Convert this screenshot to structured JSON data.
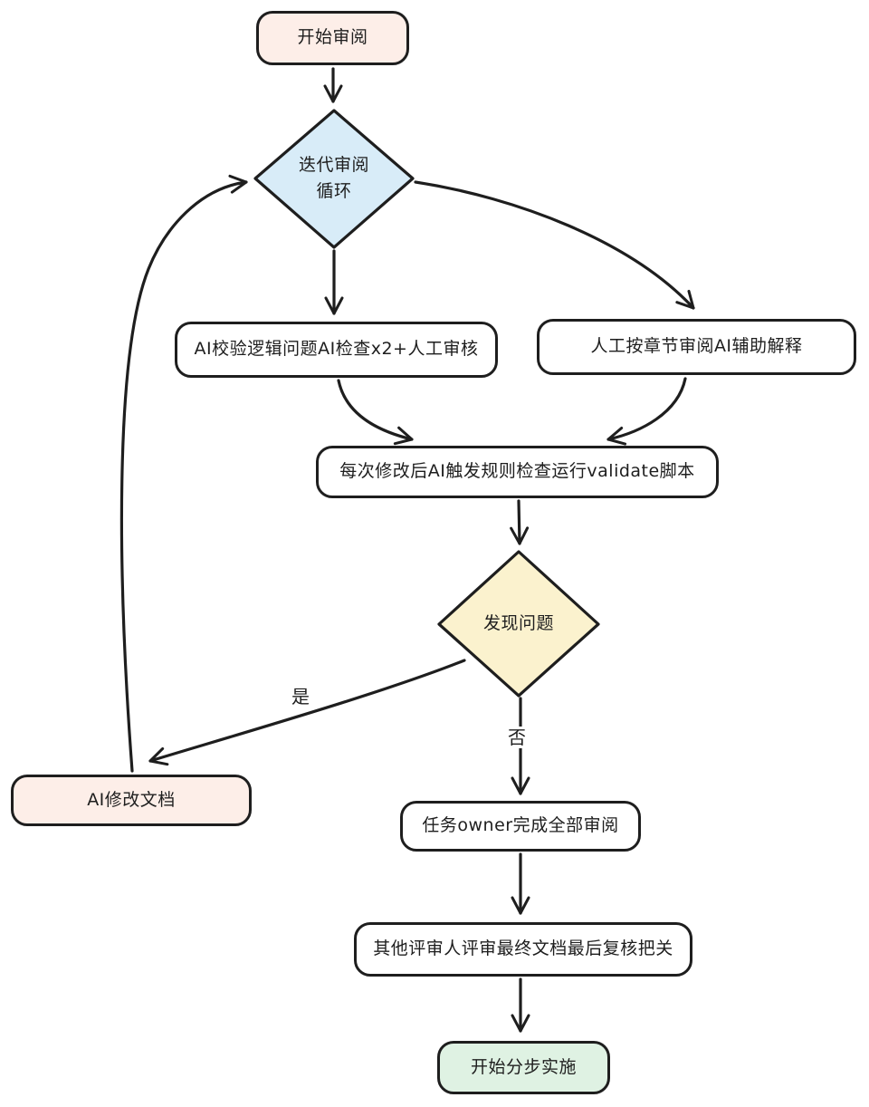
{
  "diagram": {
    "stroke_color": "#1e1e1e",
    "background": "#ffffff",
    "nodes": {
      "start": {
        "label": "开始审阅",
        "fill": "#fdeee8"
      },
      "loop": {
        "label": "迭代审阅\n循环",
        "fill": "#d8ecf8"
      },
      "ai_check": {
        "label": "AI校验逻辑问题AI检查x2+人工审核",
        "fill": "#ffffff"
      },
      "human_review": {
        "label": "人工按章节审阅AI辅助解释",
        "fill": "#ffffff"
      },
      "validate": {
        "label": "每次修改后AI触发规则检查运行validate脚本",
        "fill": "#ffffff"
      },
      "found_issue": {
        "label": "发现问题",
        "fill": "#fbf2ce"
      },
      "ai_fix": {
        "label": "AI修改文档",
        "fill": "#fdeee8"
      },
      "owner_done": {
        "label": "任务owner完成全部审阅",
        "fill": "#ffffff"
      },
      "final_review": {
        "label": "其他评审人评审最终文档最后复核把关",
        "fill": "#ffffff"
      },
      "implement": {
        "label": "开始分步实施",
        "fill": "#dff2e3"
      }
    },
    "edge_labels": {
      "yes": "是",
      "no": "否"
    }
  }
}
